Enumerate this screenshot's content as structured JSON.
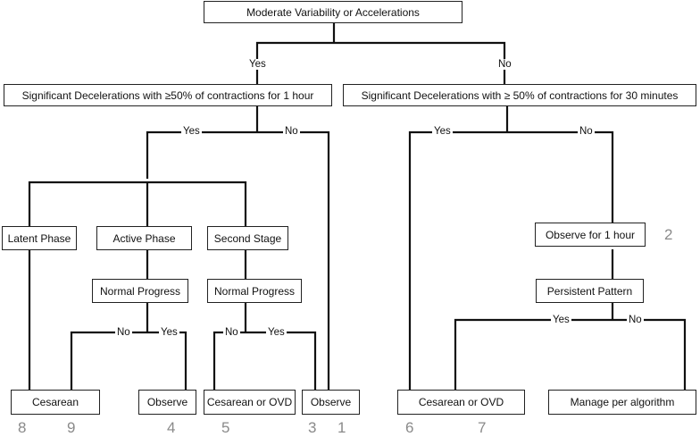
{
  "nodes": {
    "root": "Moderate Variability or Accelerations",
    "sig_left": "Significant Decelerations with ≥50% of contractions for 1 hour",
    "sig_right": "Significant Decelerations with ≥ 50% of contractions for 30 minutes",
    "latent": "Latent Phase",
    "active": "Active Phase",
    "second": "Second Stage",
    "normal_active": "Normal Progress",
    "normal_second": "Normal  Progress",
    "observe_1h": "Observe for 1 hour",
    "persistent": "Persistent Pattern",
    "cesarean": "Cesarean",
    "observe_a": "Observe",
    "cesarean_ovd_a": "Cesarean or OVD",
    "observe_b": "Observe",
    "cesarean_ovd_b": "Cesarean or OVD",
    "manage": "Manage per algorithm"
  },
  "edges": {
    "root_yes": "Yes",
    "root_no": "No",
    "left_yes": "Yes",
    "left_no": "No",
    "right_yes": "Yes",
    "right_no": "No",
    "active_no": "No",
    "active_yes": "Yes",
    "second_no": "No",
    "second_yes": "Yes",
    "persist_yes": "Yes",
    "persist_no": "No"
  },
  "numbers": {
    "n2": "2",
    "n8": "8",
    "n9": "9",
    "n4": "4",
    "n5": "5",
    "n3": "3",
    "n1": "1",
    "n6": "6",
    "n7": "7"
  }
}
